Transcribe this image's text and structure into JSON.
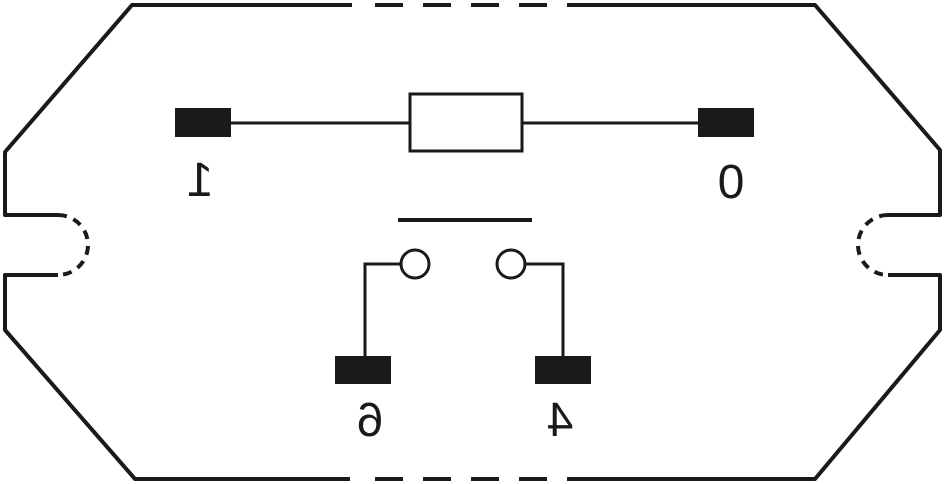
{
  "diagram": {
    "pins": [
      {
        "id": "pin-1",
        "label": "1"
      },
      {
        "id": "pin-0",
        "label": "0"
      },
      {
        "id": "pin-6",
        "label": "6"
      },
      {
        "id": "pin-4",
        "label": "4"
      }
    ],
    "colors": {
      "line": "#1a1a1a",
      "background": "#ffffff"
    }
  }
}
